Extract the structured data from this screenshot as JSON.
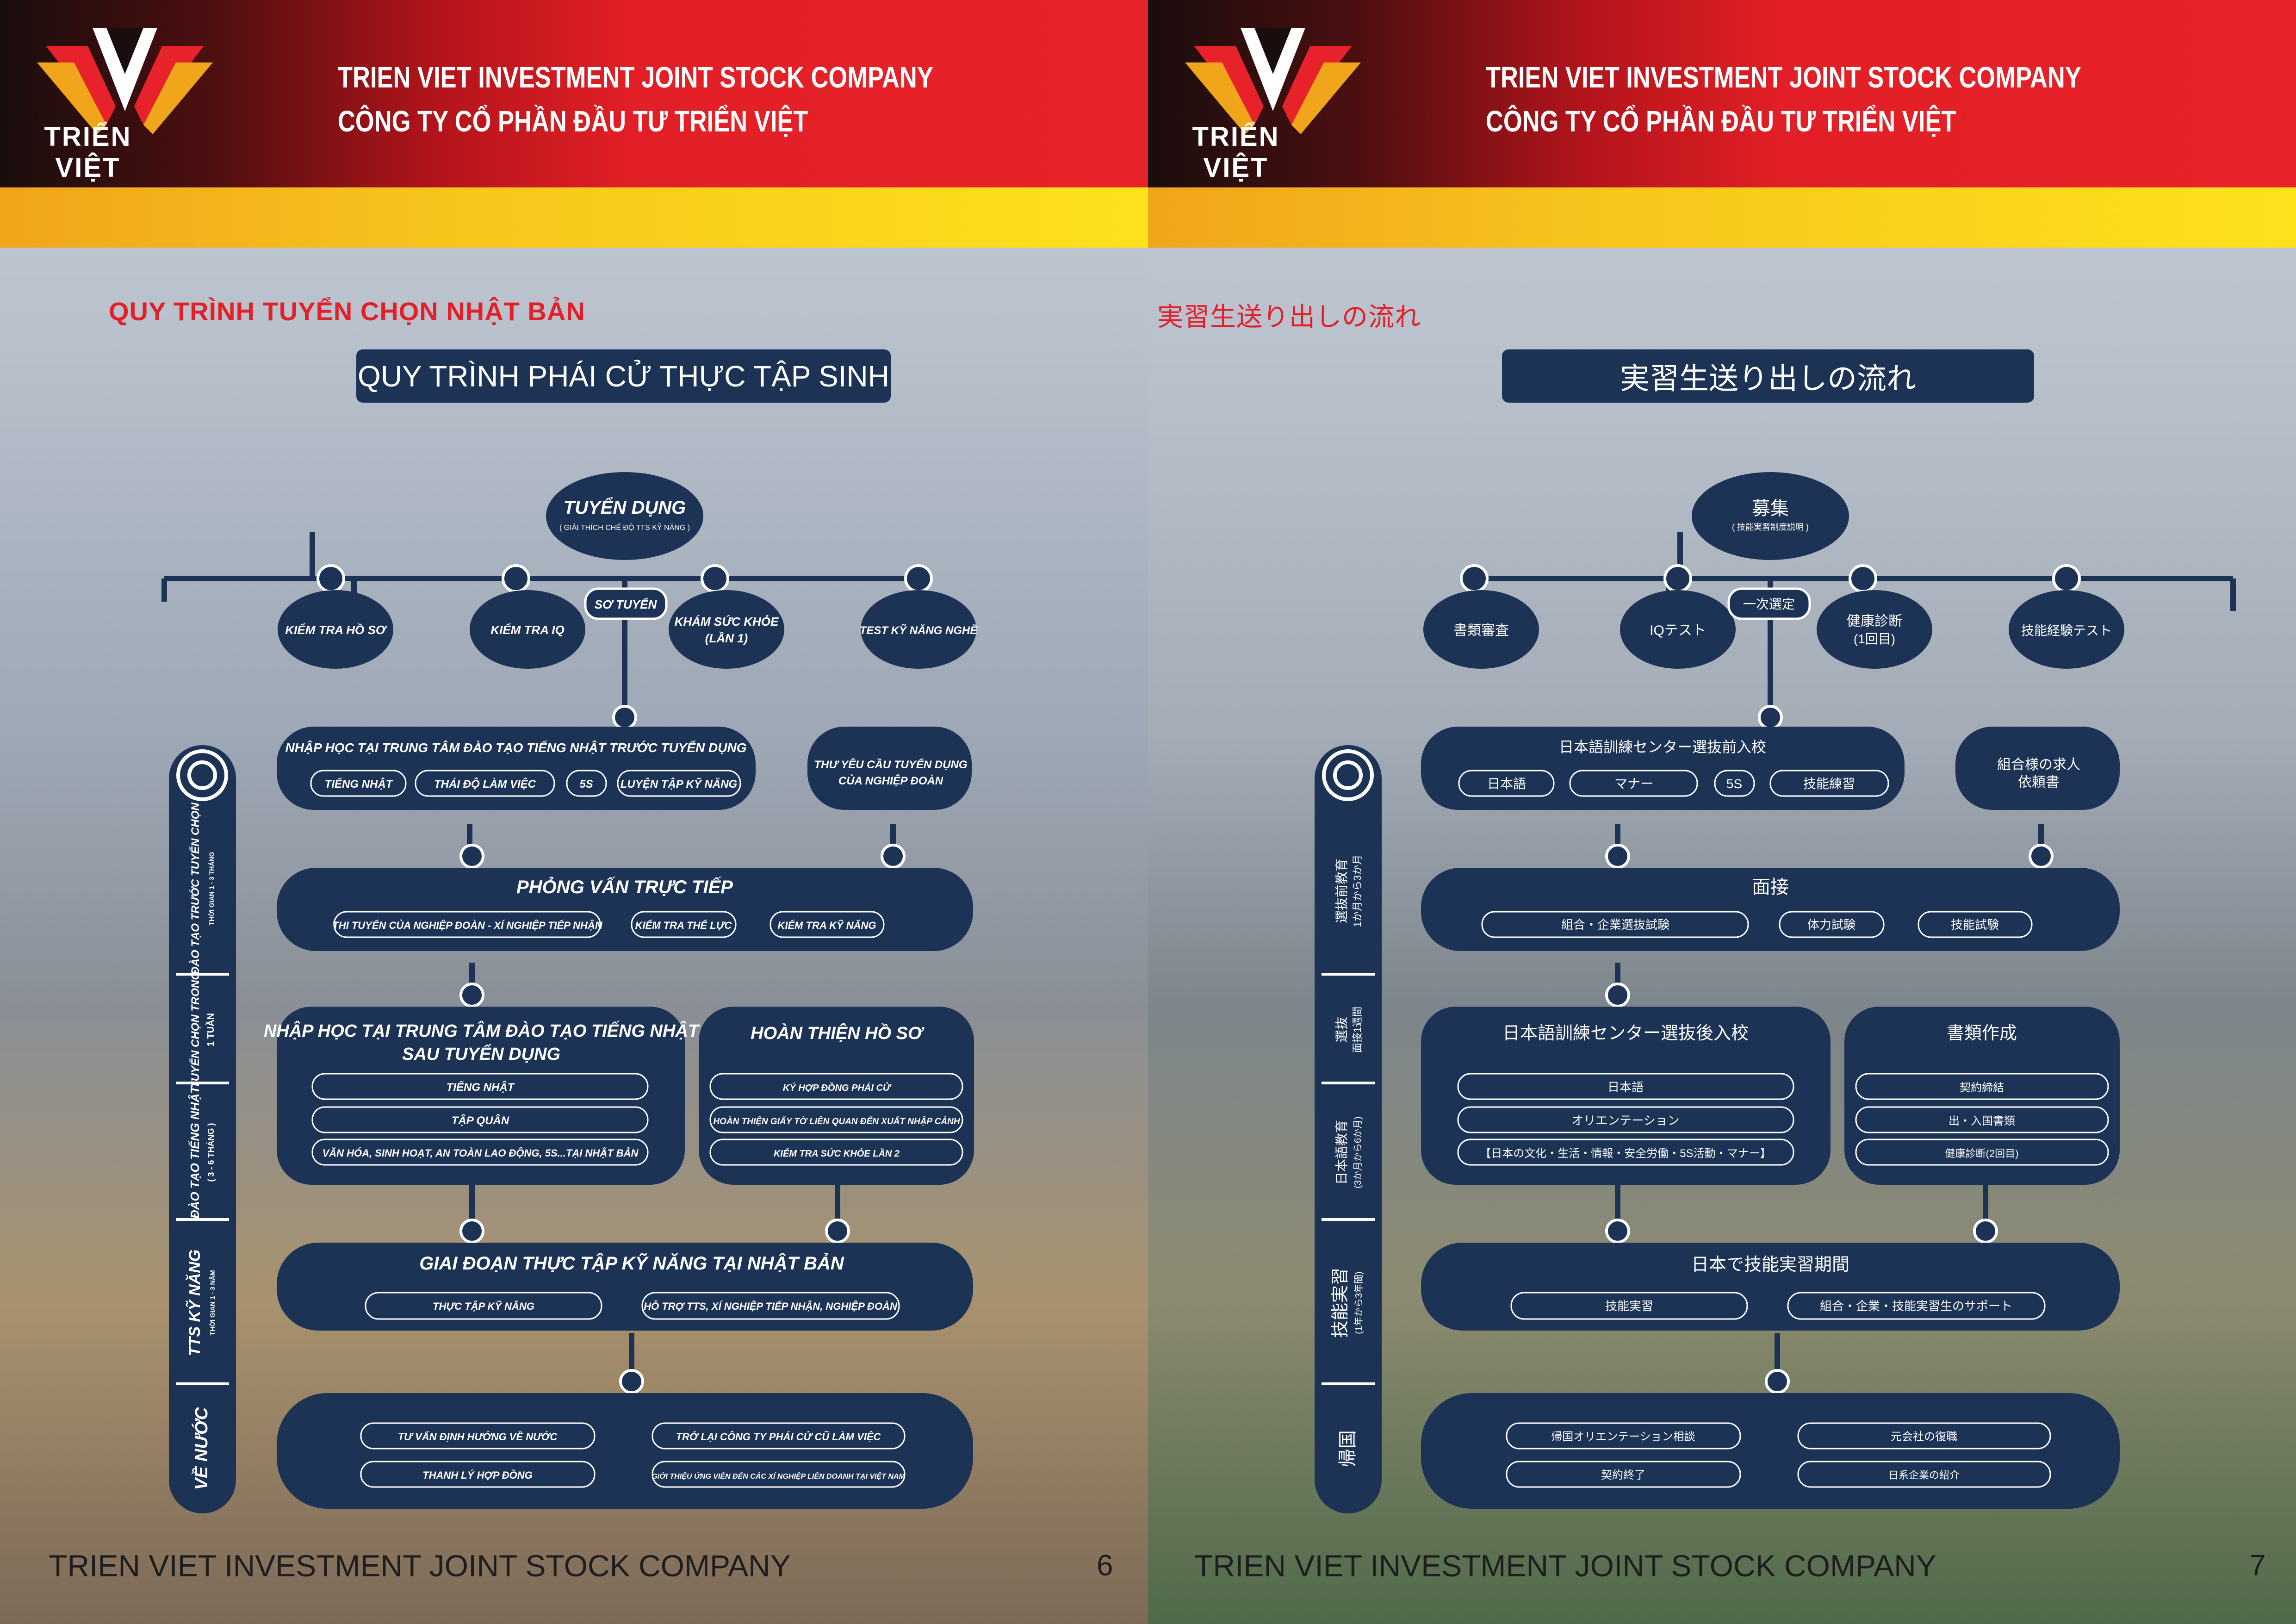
{
  "brand": {
    "logo_text": "TRIỂN VIỆT",
    "company_en": "TRIEN VIET INVESTMENT JOINT STOCK COMPANY",
    "company_vn": "CÔNG TY CỔ PHẦN ĐẦU TƯ TRIỂN VIỆT"
  },
  "colors": {
    "navy": "#1c3355",
    "red": "#e3202a",
    "yellow": "#fde21c"
  },
  "left": {
    "section_title": "QUY TRÌNH TUYỂN CHỌN NHẬT BẢN",
    "banner": "QUY TRÌNH PHÁI CỬ THỰC TẬP SINH",
    "top_title": "TUYỂN DỤNG",
    "top_sub": "( GIẢI THÍCH CHẾ ĐỘ TTS KỸ NĂNG )",
    "pre_badge": "SƠ TUYỂN",
    "pre": [
      "KIỂM TRA HỒ SƠ",
      "KIỂM TRA IQ",
      "KHÁM SỨC KHỎE",
      "(LẦN 1)",
      "TEST KỸ NĂNG NGHỀ"
    ],
    "s1_title": "NHẬP HỌC TẠI TRUNG TÂM ĐÀO TẠO TIẾNG NHẬT TRƯỚC TUYỂN DỤNG",
    "s1_items": [
      "TIẾNG NHẬT",
      "THÁI ĐỘ LÀM VIỆC",
      "5S",
      "LUYỆN TẬP KỸ NĂNG"
    ],
    "req": [
      "THƯ YÊU CẦU TUYỂN DỤNG",
      "CỦA NGHIỆP ĐOÀN"
    ],
    "s2_title": "PHỎNG VẤN  TRỰC TIẾP",
    "s2_items": [
      "THI TUYỂN CỦA NGHIỆP ĐOÀN - XÍ NGHIỆP TIẾP NHẬN",
      "KIỂM TRA THỂ LỰC",
      "KIỂM TRA KỸ NĂNG"
    ],
    "s3_title": [
      "NHẬP HỌC TẠI TRUNG TÂM ĐÀO TẠO TIẾNG NHẬT",
      "SAU TUYỂN DỤNG"
    ],
    "s3_items": [
      "TIẾNG NHẬT",
      "TẬP QUÂN",
      "VĂN HÓA, SINH HOẠT, AN TOÀN LAO ĐỘNG, 5S...TẠI NHẬT BẢN"
    ],
    "s3b_title": "HOÀN THIỆN HỒ SƠ",
    "s3b_items": [
      "KÝ HỢP ĐỒNG PHÁI CỬ",
      "HOÀN THIỆN GIẤY TỜ LIÊN QUAN ĐẾN XUẤT NHẬP CẢNH",
      "KIỂM TRA SỨC KHỎE LẦN 2"
    ],
    "s4_title": "GIAI ĐOẠN THỰC TẬP KỸ NĂNG TẠI NHẬT BẢN",
    "s4_items": [
      "THỰC TẬP KỸ NĂNG",
      "HỖ TRỢ TTS, XÍ NGHIỆP TIẾP NHẬN, NGHIỆP ĐOÀN"
    ],
    "s5_items": [
      "TƯ VẤN ĐỊNH HƯỚNG VỀ NƯỚC",
      "TRỞ LẠI CÔNG TY PHÁI CỬ CŨ LÀM VIỆC",
      "THANH LÝ HỢP ĐỒNG",
      "GIỚI THIỆU ỨNG VIÊN ĐẾN CÁC XÍ NGHIỆP LIÊN DOANH TẠI VIỆT NAM"
    ],
    "side": [
      [
        "ĐÀO TẠO TRƯỚC TUYỂN CHỌN",
        "THỜI GIAN 1 - 3 THÁNG"
      ],
      [
        "TUYỂN CHỌN TRONG",
        "1 TUẦN"
      ],
      [
        "ĐÀO TẠO TIẾNG NHẬT",
        "( 3 - 6 THÁNG )"
      ],
      [
        "TTS KỸ NĂNG",
        "THỜI GIAN 1 - 3 NĂM"
      ],
      [
        "VỀ NƯỚC",
        ""
      ]
    ],
    "footer": "TRIEN VIET INVESTMENT JOINT STOCK COMPANY",
    "page": "6"
  },
  "right": {
    "section_title": "実習生送り出しの流れ",
    "banner": "実習生送り出しの流れ",
    "top_title": "募集",
    "top_sub": "( 技能実習制度説明 )",
    "pre_badge": "一次選定",
    "pre": [
      "書類審査",
      "IQテスト",
      "健康診断",
      "(1回目)",
      "技能経験テスト"
    ],
    "s1_title": "日本語訓練センター選抜前入校",
    "s1_items": [
      "日本語",
      "マナー",
      "5S",
      "技能練習"
    ],
    "req": [
      "組合様の求人",
      "依頼書"
    ],
    "s2_title": "面接",
    "s2_items": [
      "組合・企業選抜試験",
      "体力試験",
      "技能試験"
    ],
    "s3_title": [
      "日本語訓練センター選抜後入校",
      ""
    ],
    "s3_items": [
      "日本語",
      "オリエンテーション",
      "【日本の文化・生活・情報・安全労働・5S活動・マナー】"
    ],
    "s3b_title": "書類作成",
    "s3b_items": [
      "契約締結",
      "出・入国書類",
      "健康診断(2回目)"
    ],
    "s4_title": "日本で技能実習期間",
    "s4_items": [
      "技能実習",
      "組合・企業・技能実習生のサポート"
    ],
    "s5_items": [
      "帰国オリエンテーション相談",
      "元会社の復職",
      "契約終了",
      "日系企業の紹介"
    ],
    "side": [
      [
        "選抜前教育",
        "1か月から3か月"
      ],
      [
        "選抜",
        "面接1週間"
      ],
      [
        "日本語教育",
        "(3か月から6か月)"
      ],
      [
        "技能実習",
        "(1年から3年間)"
      ],
      [
        "帰国",
        ""
      ]
    ],
    "footer": "TRIEN VIET INVESTMENT JOINT STOCK COMPANY",
    "page": "7"
  }
}
